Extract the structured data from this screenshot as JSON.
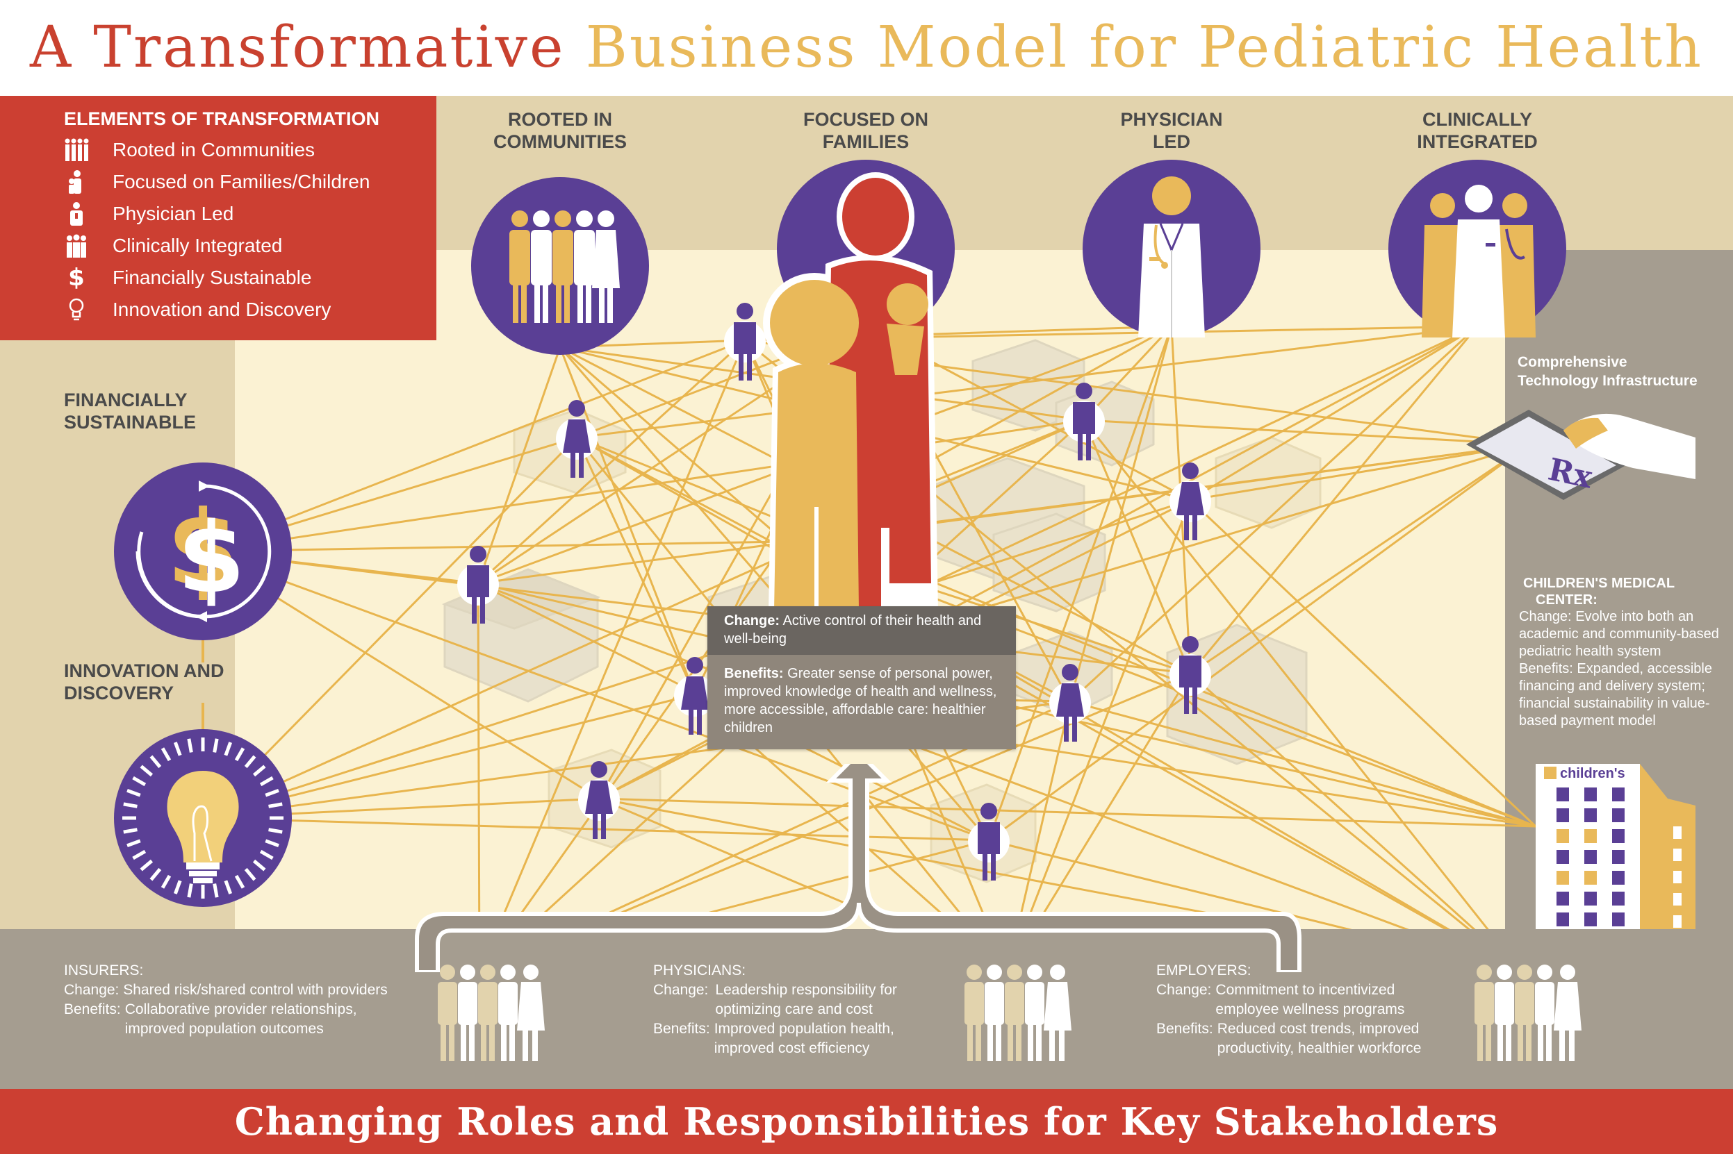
{
  "title": {
    "part1": "A Transformative",
    "part2": "Business Model for Pediatric Health"
  },
  "legend": {
    "heading": "ELEMENTS OF TRANSFORMATION",
    "items": [
      {
        "label": "Rooted in Communities",
        "icon": "community-icon"
      },
      {
        "label": "Focused on Families/Children",
        "icon": "family-icon"
      },
      {
        "label": "Physician Led",
        "icon": "physician-icon"
      },
      {
        "label": "Clinically Integrated",
        "icon": "care-team-icon"
      },
      {
        "label": "Financially Sustainable",
        "icon": "dollar-icon"
      },
      {
        "label": "Innovation and Discovery",
        "icon": "lightbulb-icon"
      }
    ]
  },
  "pillars": [
    {
      "label_line1": "ROOTED IN",
      "label_line2": "COMMUNITIES"
    },
    {
      "label_line1": "FOCUSED ON",
      "label_line2": "FAMILIES"
    },
    {
      "label_line1": "PHYSICIAN",
      "label_line2": "LED"
    },
    {
      "label_line1": "CLINICALLY",
      "label_line2": "INTEGRATED"
    }
  ],
  "left": {
    "financial_line1": "FINANCIALLY",
    "financial_line2": "SUSTAINABLE",
    "innovation_line1": "INNOVATION AND",
    "innovation_line2": "DISCOVERY"
  },
  "families_callout": {
    "change_label": "Change:",
    "change_text": "Active control of their health and well-being",
    "benefits_label": "Benefits:",
    "benefits_text": "Greater sense of personal power, improved knowledge of health and wellness, more accessible, affordable care: healthier children"
  },
  "right": {
    "tech_line1": "Comprehensive",
    "tech_line2": "Technology Infrastructure",
    "rx": "Rx",
    "cmc_heading_line1": "CHILDREN'S MEDICAL",
    "cmc_heading_line2": "CENTER:",
    "cmc_change_label": "Change:",
    "cmc_change_text": "Evolve into both an academic and community-based pediatric health system",
    "cmc_benefits_label": "Benefits:",
    "cmc_benefits_text": "Expanded, accessible financing and delivery system; financial sustainability in value-based payment model",
    "hospital_sign": "children's"
  },
  "stakeholders": [
    {
      "heading": "INSURERS:",
      "change_label": "Change:",
      "change_text": "Shared risk/shared control with providers",
      "benefits_label": "Benefits:",
      "benefits_text": "Collaborative provider relationships, improved population outcomes"
    },
    {
      "heading": "PHYSICIANS:",
      "change_label": "Change:",
      "change_text": "Leadership responsibility for optimizing care and cost",
      "benefits_label": "Benefits:",
      "benefits_text": "Improved population health, improved cost efficiency"
    },
    {
      "heading": "EMPLOYERS:",
      "change_label": "Change:",
      "change_text": "Commitment to incentivized employee wellness programs",
      "benefits_label": "Benefits:",
      "benefits_text": "Reduced cost trends, improved productivity, healthier workforce"
    }
  ],
  "footer": "Changing Roles and Responsibilities for Key Stakeholders",
  "colors": {
    "red": "#cc3f32",
    "gold": "#e9b95a",
    "purple": "#5a3f95",
    "tan": "#e2d3ad",
    "gray": "#a59d90",
    "network": "#e8b54e"
  }
}
